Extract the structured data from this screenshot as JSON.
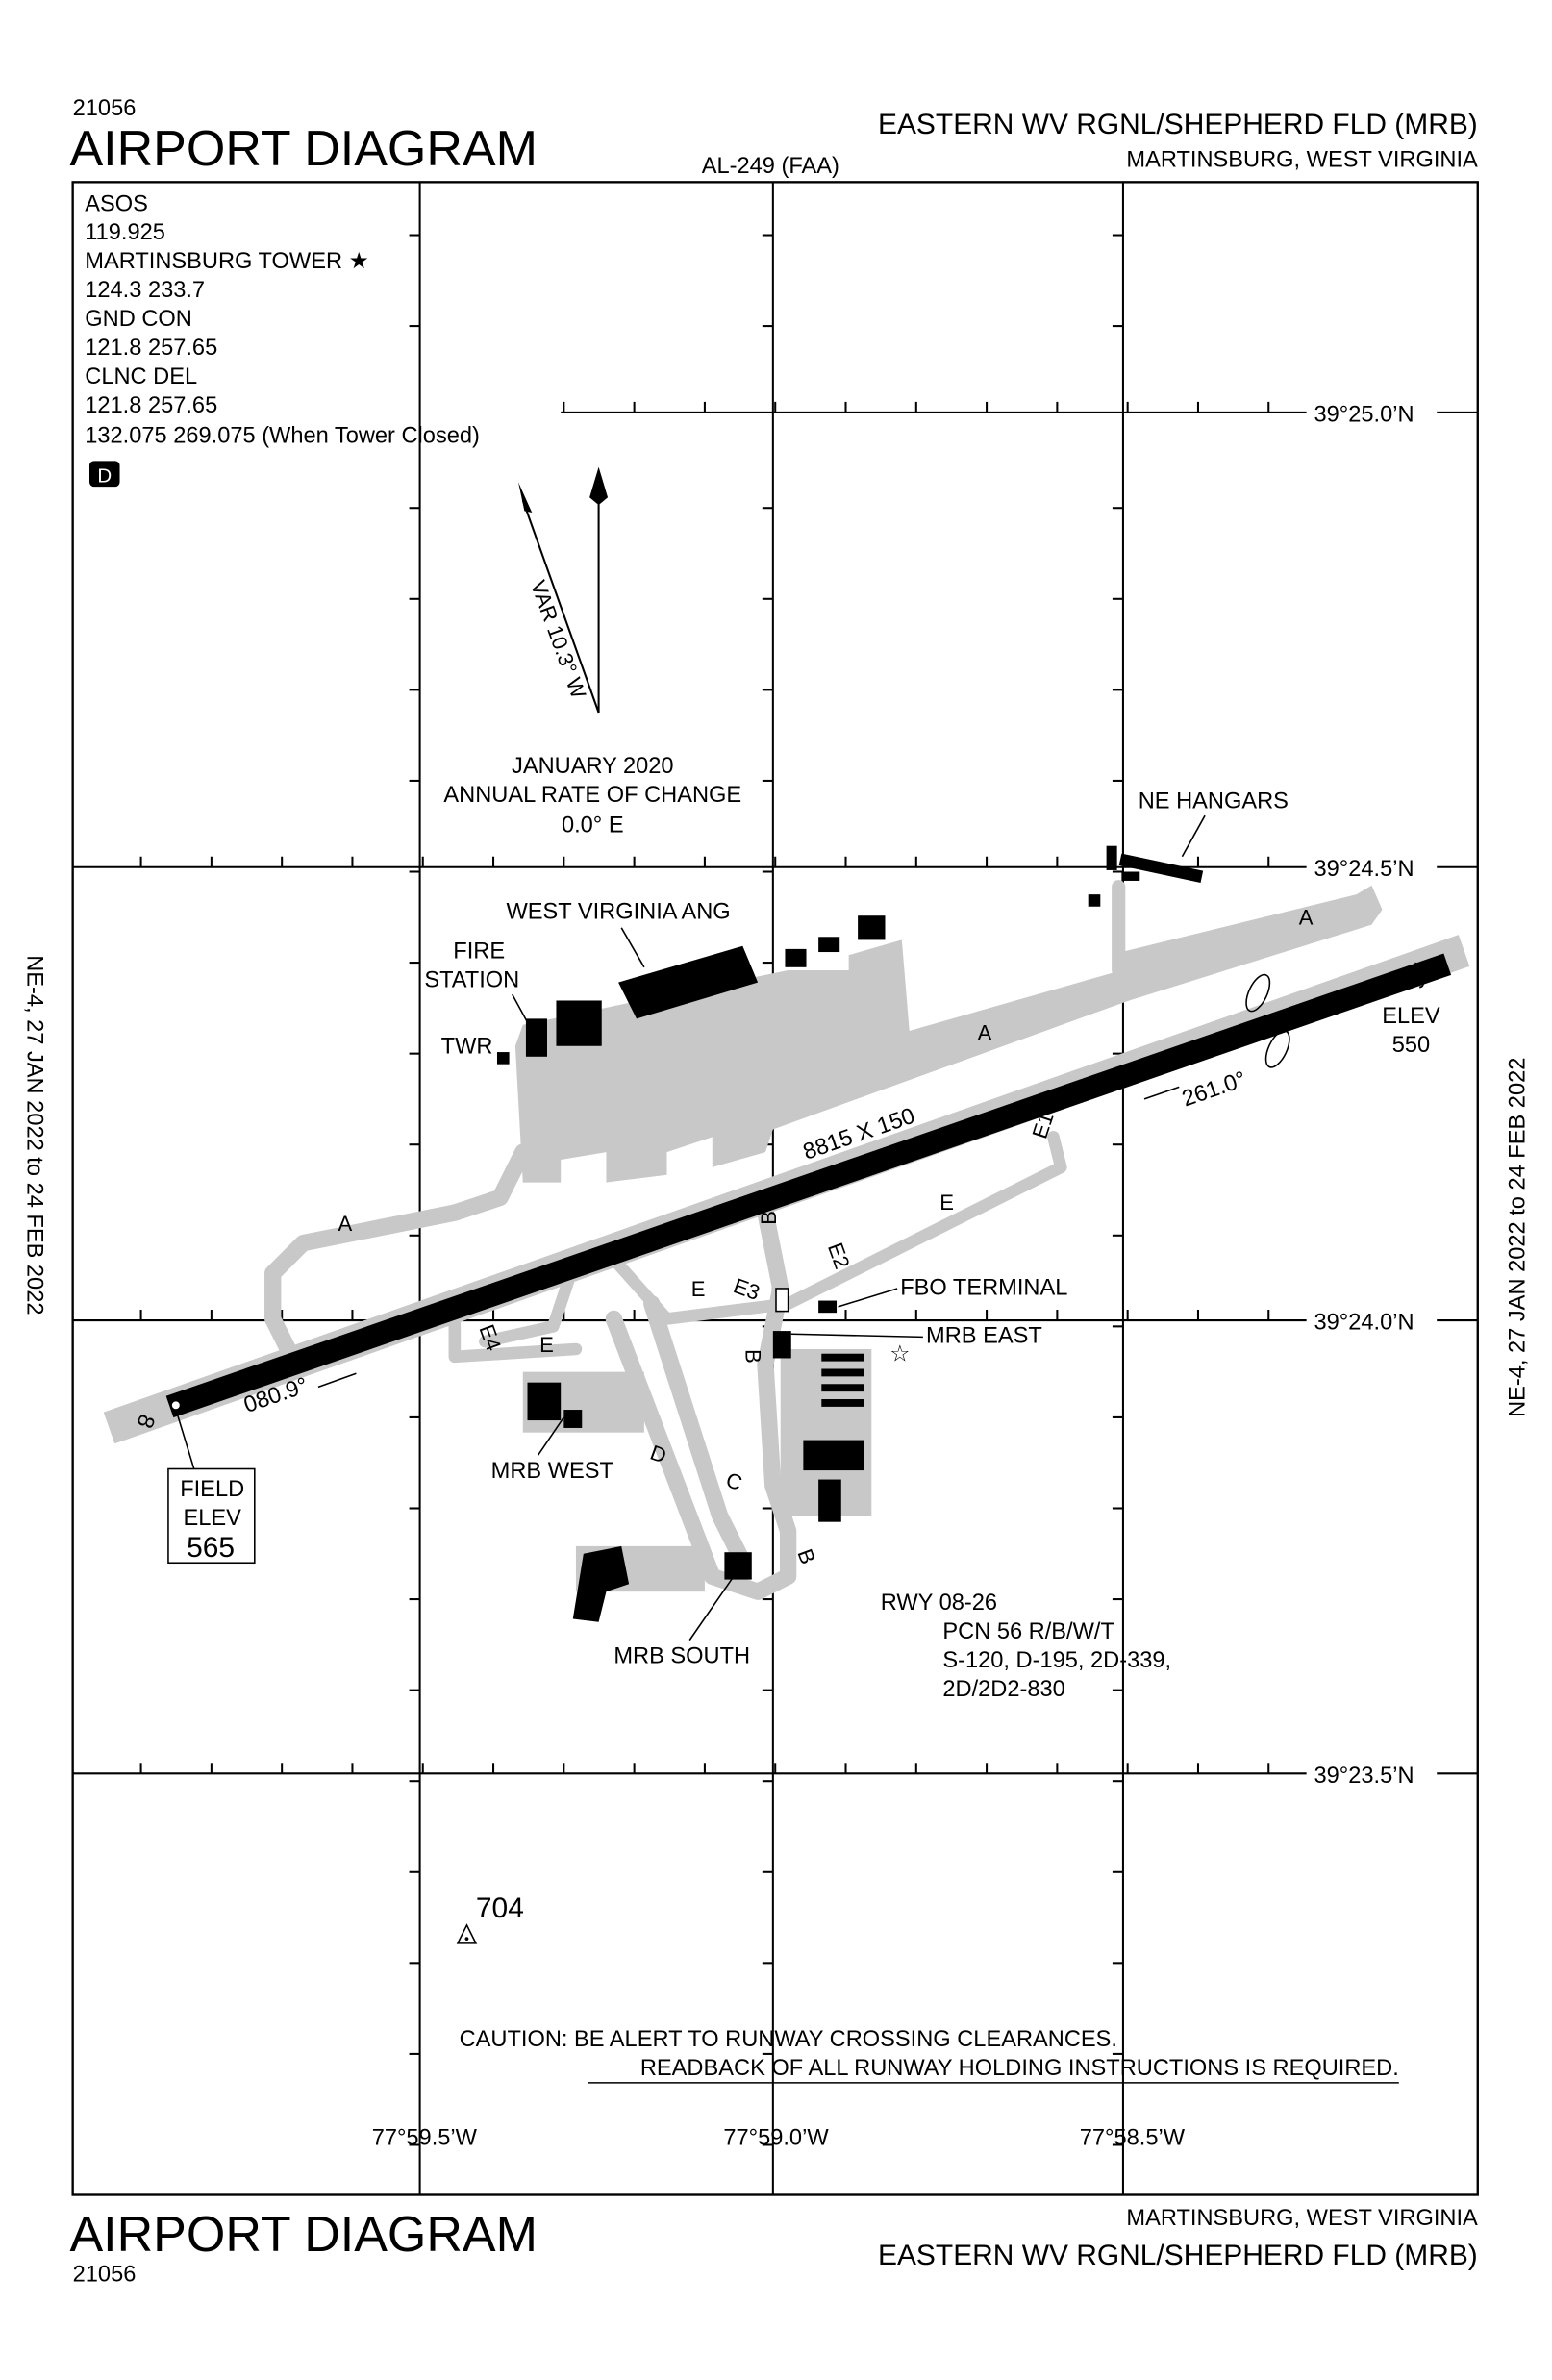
{
  "header": {
    "chart_number": "21056",
    "title": "AIRPORT DIAGRAM",
    "procedure_id": "AL-249 (FAA)",
    "airport_name": "EASTERN WV RGNL/SHEPHERD FLD (MRB)",
    "location": "MARTINSBURG, WEST VIRGINIA"
  },
  "footer": {
    "chart_number": "21056",
    "title": "AIRPORT DIAGRAM",
    "airport_name": "EASTERN WV RGNL/SHEPHERD FLD (MRB)",
    "location": "MARTINSBURG, WEST VIRGINIA"
  },
  "side_labels": {
    "left": "NE-4,  27 JAN 2022  to  24 FEB 2022",
    "right": "NE-4,  27 JAN 2022  to  24 FEB 2022"
  },
  "frequencies": [
    "ASOS",
    "119.925",
    "MARTINSBURG TOWER ★",
    "124.3  233.7",
    "GND CON",
    "121.8  257.65",
    "CLNC DEL",
    "121.8  257.65",
    "132.075  269.075 (When Tower Closed)"
  ],
  "deice_badge": "D",
  "magnetic": {
    "variation": "VAR 10.3° W",
    "date": "JANUARY 2020",
    "rate_label": "ANNUAL RATE OF CHANGE",
    "rate": "0.0° E"
  },
  "latitudes": [
    "39°25.0’N",
    "39°24.5’N",
    "39°24.0’N",
    "39°23.5’N"
  ],
  "longitudes": [
    "77°59.5’W",
    "77°59.0’W",
    "77°58.5’W"
  ],
  "runway": {
    "dimensions": "8815 X 150",
    "end_8": "8",
    "end_26": "26",
    "heading_8": "080.9°",
    "heading_26": "261.0°",
    "elev_26_label": "ELEV",
    "elev_26": "550",
    "info": [
      "RWY 08-26",
      "PCN 56 R/B/W/T",
      "S-120, D-195, 2D-339,",
      "2D/2D2-830"
    ]
  },
  "field_elev": {
    "label1": "FIELD",
    "label2": "ELEV",
    "value": "565"
  },
  "labels": {
    "ne_hangars": "NE HANGARS",
    "wv_ang": "WEST VIRGINIA ANG",
    "fire1": "FIRE",
    "fire2": "STATION",
    "twr": "TWR",
    "fbo": "FBO TERMINAL",
    "mrb_east": "MRB EAST",
    "mrb_west": "MRB WEST",
    "mrb_south": "MRB SOUTH",
    "obstacle": "704"
  },
  "taxiways": [
    "A",
    "A",
    "A",
    "B",
    "B",
    "B",
    "C",
    "D",
    "E",
    "E",
    "E",
    "E1",
    "E2",
    "E3",
    "E4"
  ],
  "caution": {
    "line1": "CAUTION: BE ALERT TO RUNWAY CROSSING CLEARANCES.",
    "line2": "READBACK OF ALL RUNWAY HOLDING INSTRUCTIONS IS REQUIRED."
  }
}
